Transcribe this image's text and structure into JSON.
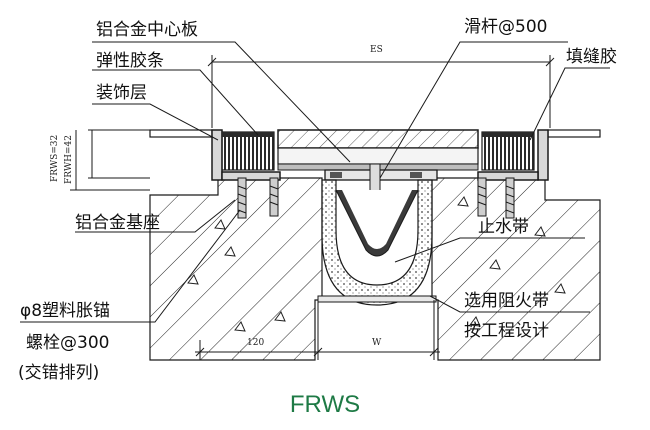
{
  "labels": {
    "aluminum_center_plate": "铝合金中心板",
    "elastic_strip": "弹性胶条",
    "decorative_layer": "装饰层",
    "aluminum_base": "铝合金基座",
    "anchor_line1": "φ8塑料胀锚",
    "anchor_line2": "螺栓@300",
    "anchor_line3": "(交错排列)",
    "slide_bar": "滑杆@500",
    "sealant": "填缝胶",
    "waterstop": "止水带",
    "fire_belt_line1": "选用阻火带",
    "fire_belt_line2": "按工程设计"
  },
  "dimensions": {
    "es": "ES",
    "frws": "FRWS=32",
    "frwh": "FRWH=42",
    "base_width": "120",
    "gap_width": "W"
  },
  "title": "FRWS",
  "colors": {
    "title": "#1e7a45",
    "line": "#1a1a1a",
    "fill_dark": "#3a3a3a",
    "fill_light": "#eeeeee"
  }
}
